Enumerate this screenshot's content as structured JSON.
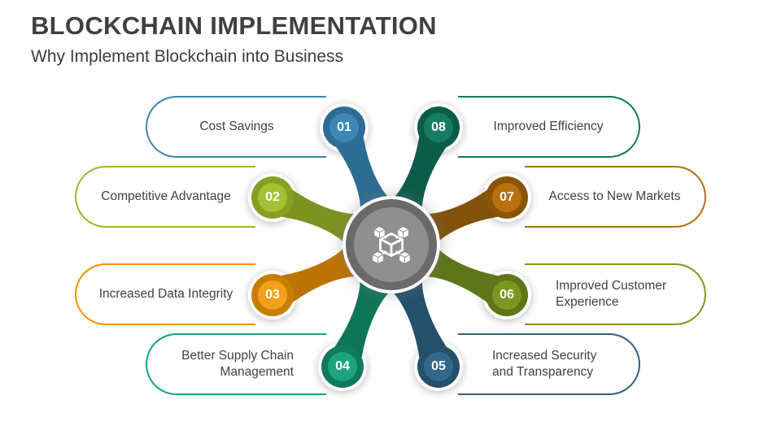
{
  "slide": {
    "title": "BLOCKCHAIN IMPLEMENTATION",
    "subtitle": "Why Implement Blockchain into Business"
  },
  "hub": {
    "icon": "blockchain-cubes-icon",
    "ring_color": "#6a6a6a",
    "fill_color": "#8f8f8f",
    "icon_color": "#ffffff"
  },
  "items": [
    {
      "number": "01",
      "label": "Cost Savings",
      "side": "left",
      "pill_border": "#3f84ad",
      "circle_fill": "#3d86b5",
      "circle_ring": "#2d6d94",
      "stem_color": "#2d6d94"
    },
    {
      "number": "02",
      "label": "Competitive Advantage",
      "side": "left",
      "pill_border": "#9cb52e",
      "circle_fill": "#a6c033",
      "circle_ring": "#86a022",
      "stem_color": "#7d9220"
    },
    {
      "number": "03",
      "label": "Increased Data Integrity",
      "side": "left",
      "pill_border": "#f29204",
      "circle_fill": "#f5a01b",
      "circle_ring": "#c87e04",
      "stem_color": "#bd7404"
    },
    {
      "number": "04",
      "label": "Better Supply Chain Management",
      "side": "left",
      "pill_border": "#16a187",
      "circle_fill": "#1ba57f",
      "circle_ring": "#107a5d",
      "stem_color": "#0f7558"
    },
    {
      "number": "05",
      "label": "Increased Security and Transparency",
      "side": "right",
      "pill_border": "#2e6181",
      "circle_fill": "#33688c",
      "circle_ring": "#25506a",
      "stem_color": "#25506a"
    },
    {
      "number": "06",
      "label": "Improved Customer Experience",
      "side": "right",
      "pill_border": "#7f991f",
      "circle_fill": "#7d9621",
      "circle_ring": "#5f7519",
      "stem_color": "#5f7519"
    },
    {
      "number": "07",
      "label": "Access to New Markets",
      "side": "right",
      "pill_border": "#b26e0d",
      "circle_fill": "#b9700e",
      "circle_ring": "#8a5408",
      "stem_color": "#81520a"
    },
    {
      "number": "08",
      "label": "Improved Efficiency",
      "side": "right",
      "pill_border": "#117a5e",
      "circle_fill": "#177d62",
      "circle_ring": "#0c5c4a",
      "stem_color": "#0c5c4a"
    }
  ]
}
